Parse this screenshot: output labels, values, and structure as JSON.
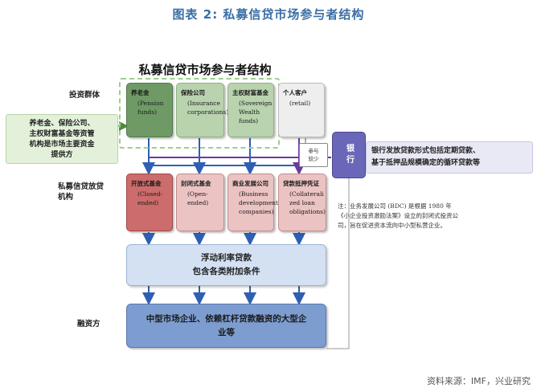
{
  "page_title": "图表 2:  私募信贷市场参与者结构",
  "diagram_title": "私募信贷市场参与者结构",
  "row_labels": {
    "investors": "投资群体",
    "lenders_line1": "私募信贷放贷",
    "lenders_line2": "机构",
    "borrowers": "融资方"
  },
  "left_note": {
    "line1": "养老金、保险公司、",
    "line2": "主权财富基金等资管",
    "line3": "机构是市场主要资金",
    "line4": "提供方"
  },
  "investors": [
    {
      "zh": "养老金",
      "en_line1": "(Pension",
      "en_line2": "funds)",
      "en_line3": ""
    },
    {
      "zh": "保险公司",
      "en_line1": "(Insurance",
      "en_line2": "corporations)",
      "en_line3": ""
    },
    {
      "zh": "主权财富基金",
      "en_line1": "(Sovereign",
      "en_line2": "Wealth funds)",
      "en_line3": ""
    },
    {
      "zh": "个人客户",
      "en_line1": "(retail)",
      "en_line2": "",
      "en_line3": ""
    }
  ],
  "lenders": [
    {
      "zh": "开放式基金",
      "en_line1": "(Closed-",
      "en_line2": "ended)",
      "en_line3": ""
    },
    {
      "zh": "封闭式基金",
      "en_line1": "(Open-",
      "en_line2": "ended)",
      "en_line3": ""
    },
    {
      "zh": "商业发展公司",
      "en_line1": "(Business",
      "en_line2": "development",
      "en_line3": "companies)"
    },
    {
      "zh": "贷款抵押凭证",
      "en_line1": "(Collaterali",
      "en_line2": "zed loan",
      "en_line3": "obligations)"
    }
  ],
  "participate": {
    "line1": "参与",
    "line2": "较少"
  },
  "bank": {
    "label": "银行",
    "note_line1": "银行发放贷款形式包括定期贷款、",
    "note_line2": "基于抵押品规模确定的循环贷款等"
  },
  "loan": {
    "line1": "浮动利率贷款",
    "line2": "包含各类附加条件"
  },
  "borrower": {
    "line1": "中型市场企业、依赖杠杆贷款融资的大型企",
    "line2": "业等"
  },
  "footnote": {
    "line1": "注：业务发展公司 (BDC) 是根据 1980 年",
    "line2": "《小企业投资激励法案》设立的封闭式投资公",
    "line3": "司，旨在促进资本流向中小型私营企业。"
  },
  "source": "资料来源：IMF，兴业研究",
  "colors": {
    "title_blue": "#3a6ea5",
    "investor_green": "#6f9a66",
    "lender_red": "#cd6c6c",
    "bank_purple": "#6b67b8",
    "loan_blue_light": "#d4e1f2",
    "borrower_blue": "#7d9dd1",
    "arrow_blue": "#2f5fb3",
    "arrow_purple": "#6a3aa0",
    "arrow_green": "#4f8a3a"
  }
}
